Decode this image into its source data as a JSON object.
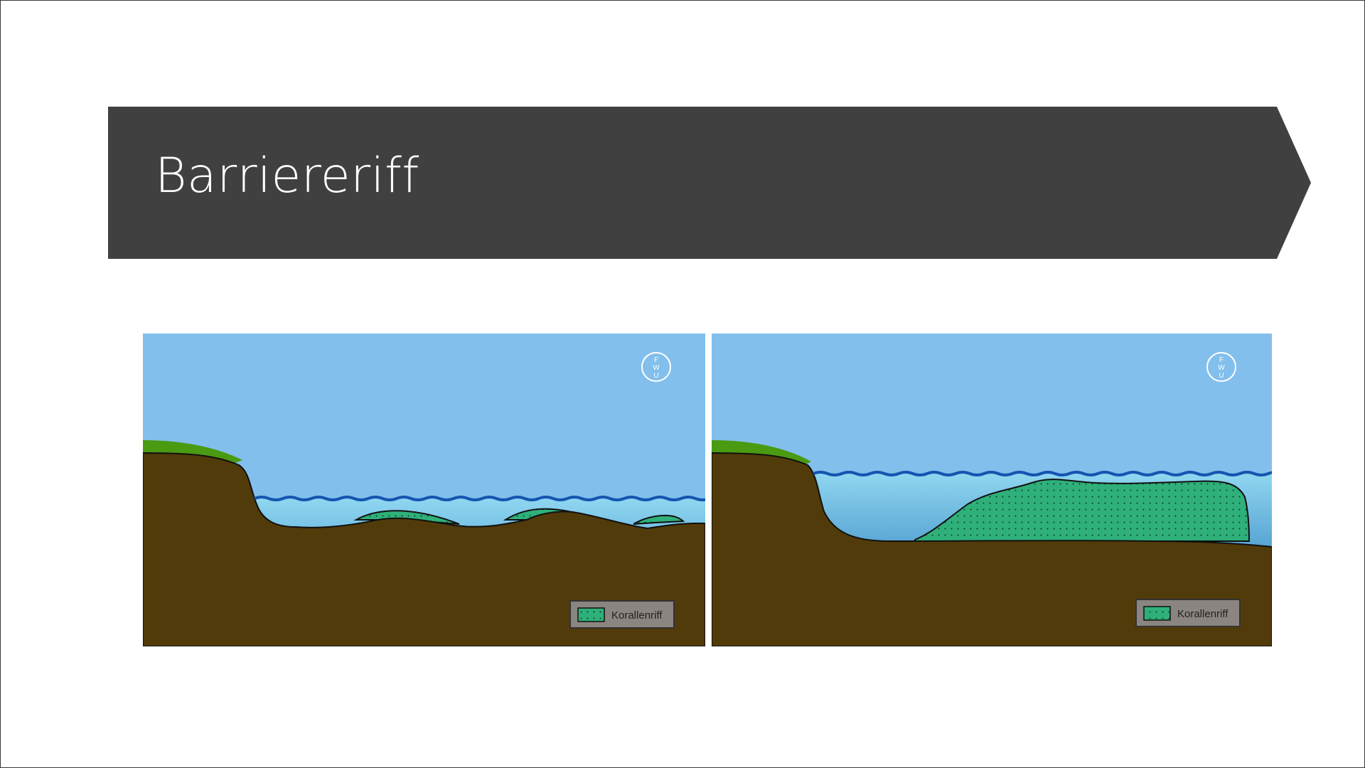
{
  "slide": {
    "title": "Barriereriff"
  },
  "colors": {
    "banner": "#404040",
    "sky": "#82bfec",
    "water": "#8fd2ee",
    "wave": "#1455b0",
    "ground": "#523b0a",
    "grass": "#4a9a12",
    "reef": "#2fb07a"
  },
  "panels": [
    {
      "stage": "early",
      "legend_label": "Korallenriff",
      "logo_letters": [
        "F",
        "W",
        "U"
      ]
    },
    {
      "stage": "late",
      "legend_label": "Korallenriff",
      "logo_letters": [
        "F",
        "W",
        "U"
      ]
    }
  ]
}
